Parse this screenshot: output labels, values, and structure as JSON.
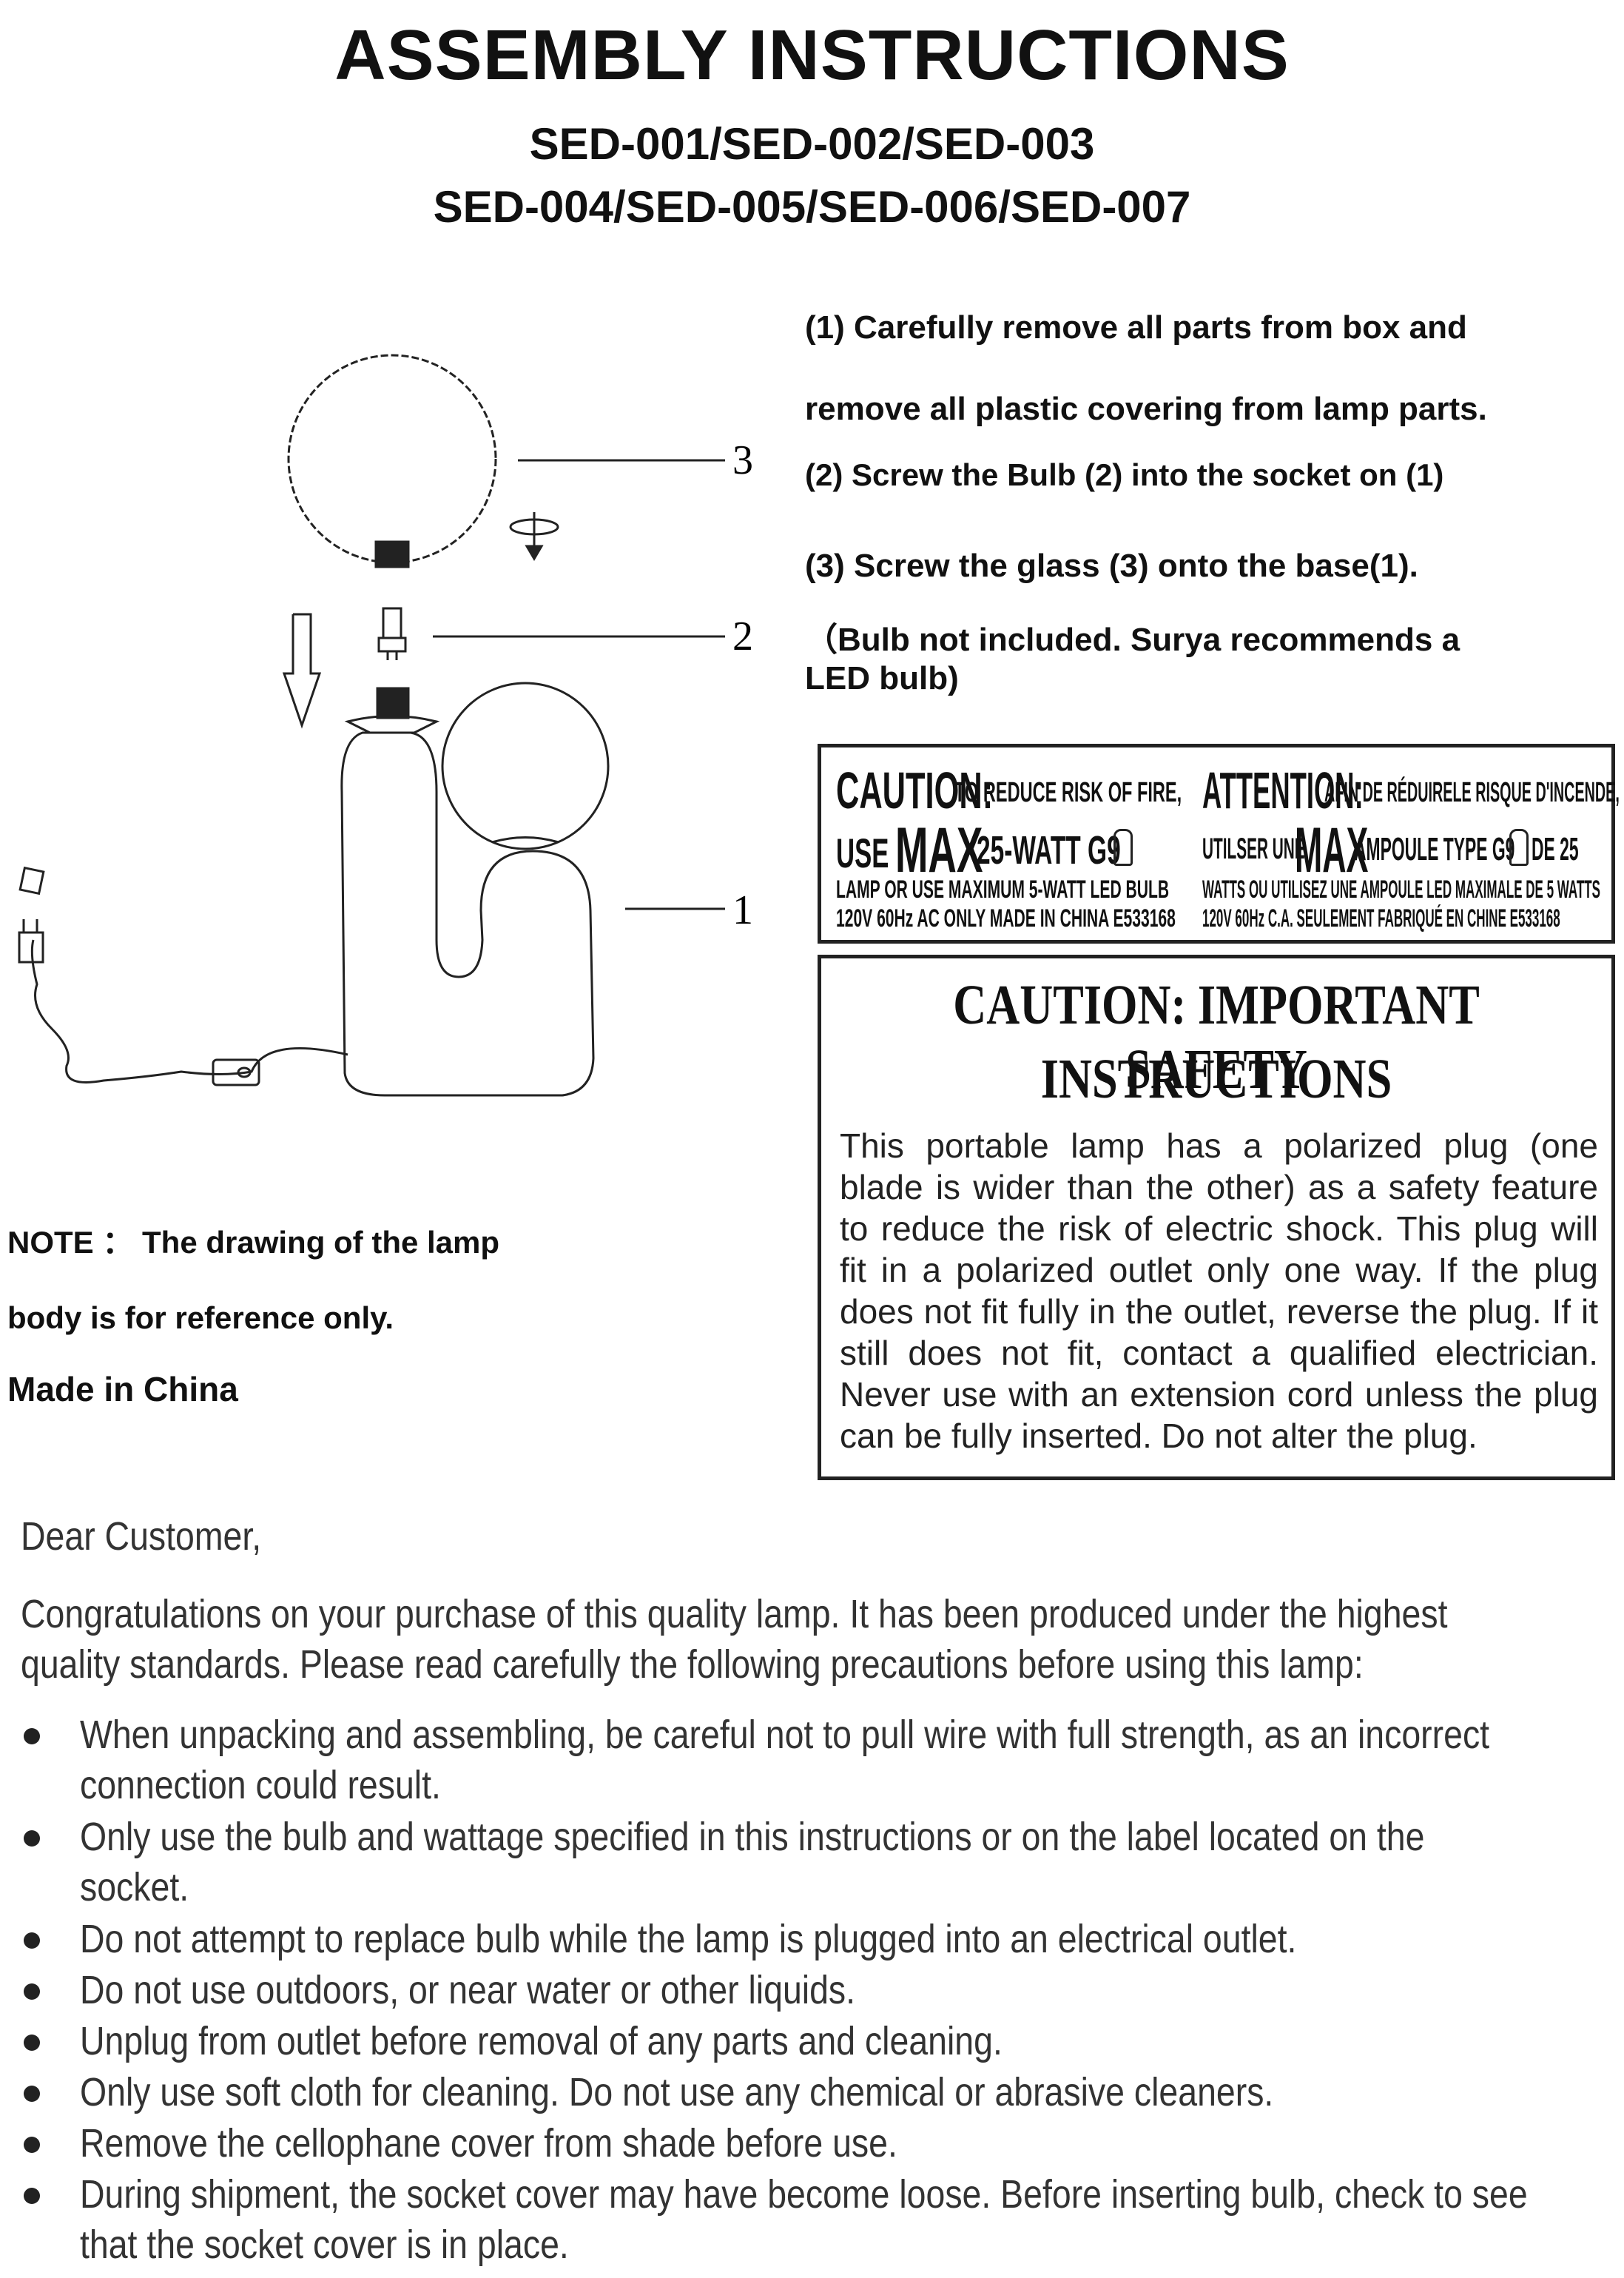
{
  "header": {
    "title": "ASSEMBLY INSTRUCTIONS",
    "models_line1": "SED-001/SED-002/SED-003",
    "models_line2": "SED-004/SED-005/SED-006/SED-007"
  },
  "diagram": {
    "callouts": [
      "3",
      "2",
      "1"
    ]
  },
  "steps": {
    "s1_line1": "(1) Carefully remove all parts from box and",
    "s1_line2": "remove all plastic covering from lamp parts.",
    "s2": "(2) Screw the Bulb (2) into the socket on (1)",
    "s3": "(3) Screw the glass (3)  onto the base(1).",
    "s4_line1": "（Bulb not included. Surya recommends a",
    "s4_line2": "LED bulb)"
  },
  "notes": {
    "note_line1": "NOTE ： The drawing of the lamp",
    "note_line2": "body is for reference only.",
    "made_in": "Made in China"
  },
  "caution_label": {
    "en_caution": "CAUTION:",
    "en_line1_rest": "TO REDUCE RISK OF FIRE,",
    "en_use": "USE",
    "en_max": "MAX",
    "en_watt": "25-WATT G9",
    "en_line3": "LAMP OR USE MAXIMUM 5-WATT LED BULB",
    "en_line4": "120V 60Hz AC ONLY MADE IN CHINA  E533168",
    "fr_attention": "ATTENTION:",
    "fr_line1_rest": "AFIN DE RÉDUIRELE RISQUE D'INCENDE,",
    "fr_use": "UTILSER UNE",
    "fr_max": "MAX",
    "fr_type": "AMPOULE TYPE G9",
    "fr_de": "DE 25",
    "fr_line3": "WATTS OU UTILISEZ UNE AMPOULE LED MAXIMALE DE 5 WATTS",
    "fr_line4": "120V 60Hz C.A. SEULEMENT FABRIQUÉ EN CHINE  E533168"
  },
  "safety": {
    "title_line1": "CAUTION: IMPORTANT SAFETY",
    "title_line2": "INSTRUCTIONS",
    "body": "This portable lamp has a polarized plug (one blade is wider than the other) as a safety feature to reduce the risk of electric shock. This plug will fit in a polarized outlet only one way. If the plug does not fit fully in the outlet, reverse the plug. If it still does not fit, contact a qualified electrician. Never use with an extension cord unless the plug can be fully inserted. Do not alter the plug."
  },
  "letter": {
    "greeting": "Dear Customer,",
    "intro_line1": "Congratulations on your purchase of this quality lamp. It has been produced under the highest",
    "intro_line2": "quality standards. Please read carefully the following precautions before using this lamp:",
    "bullets": [
      {
        "l1": "When unpacking and assembling, be careful not to pull wire with full strength, as an incorrect",
        "l2": "connection could result."
      },
      {
        "l1": "Only use the bulb and wattage specified in this instructions or on the label located on the",
        "l2": "socket."
      },
      {
        "l1": "Do not attempt to replace bulb while the lamp is plugged into an electrical outlet.",
        "l2": ""
      },
      {
        "l1": "Do not use outdoors, or near water or other liquids.",
        "l2": ""
      },
      {
        "l1": "Unplug from outlet before removal of any parts and cleaning.",
        "l2": ""
      },
      {
        "l1": "Only use soft cloth for cleaning. Do not use any chemical or abrasive cleaners.",
        "l2": ""
      },
      {
        "l1": "Remove the cellophane cover from shade before use.",
        "l2": ""
      },
      {
        "l1": "During shipment, the socket cover may have become loose. Before inserting bulb, check to see",
        "l2": "that the socket cover is in place."
      }
    ]
  }
}
